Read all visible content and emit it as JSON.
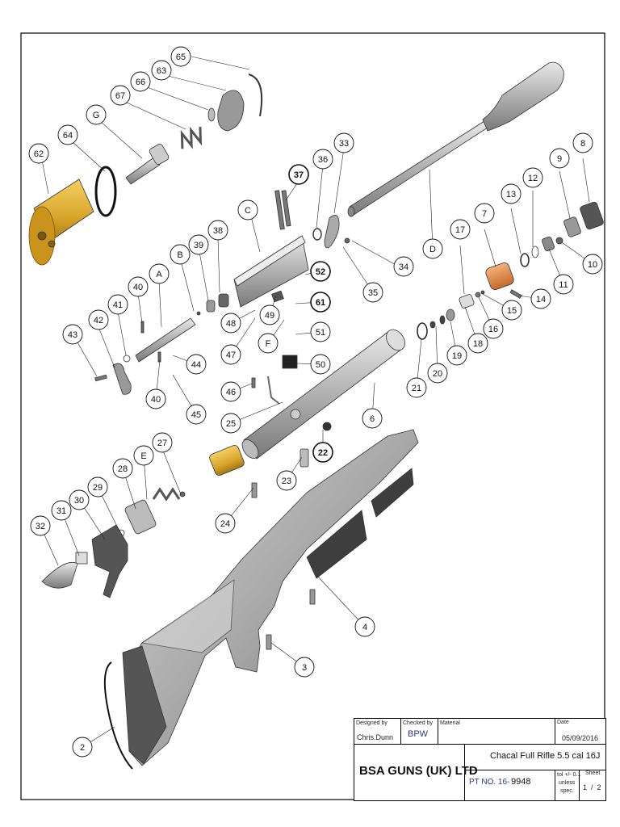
{
  "colors": {
    "line": "#000000",
    "brass": "#d9a62c",
    "copper": "#e08a4a",
    "metal": "#b5b5b5",
    "dark": "#404040"
  },
  "callouts": [
    {
      "id": "c65",
      "text": "65"
    },
    {
      "id": "c63",
      "text": "63"
    },
    {
      "id": "c66",
      "text": "66"
    },
    {
      "id": "c67",
      "text": "67"
    },
    {
      "id": "cG",
      "text": "G"
    },
    {
      "id": "c64",
      "text": "64"
    },
    {
      "id": "c62",
      "text": "62"
    },
    {
      "id": "c36",
      "text": "36"
    },
    {
      "id": "c33",
      "text": "33"
    },
    {
      "id": "c37",
      "text": "37"
    },
    {
      "id": "cC",
      "text": "C"
    },
    {
      "id": "c38",
      "text": "38"
    },
    {
      "id": "c39",
      "text": "39"
    },
    {
      "id": "cB",
      "text": "B"
    },
    {
      "id": "cA",
      "text": "A"
    },
    {
      "id": "c40a",
      "text": "40"
    },
    {
      "id": "c41",
      "text": "41"
    },
    {
      "id": "c42",
      "text": "42"
    },
    {
      "id": "c43",
      "text": "43"
    },
    {
      "id": "c52",
      "text": "52"
    },
    {
      "id": "c35",
      "text": "35"
    },
    {
      "id": "c34",
      "text": "34"
    },
    {
      "id": "cD",
      "text": "D"
    },
    {
      "id": "c17",
      "text": "17"
    },
    {
      "id": "c7",
      "text": "7"
    },
    {
      "id": "c13",
      "text": "13"
    },
    {
      "id": "c12",
      "text": "12"
    },
    {
      "id": "c9",
      "text": "9"
    },
    {
      "id": "c8",
      "text": "8"
    },
    {
      "id": "c10",
      "text": "10"
    },
    {
      "id": "c11",
      "text": "11"
    },
    {
      "id": "c14",
      "text": "14"
    },
    {
      "id": "c15",
      "text": "15"
    },
    {
      "id": "c16",
      "text": "16"
    },
    {
      "id": "c18",
      "text": "18"
    },
    {
      "id": "c19",
      "text": "19"
    },
    {
      "id": "c20",
      "text": "20"
    },
    {
      "id": "c21",
      "text": "21"
    },
    {
      "id": "c61",
      "text": "61"
    },
    {
      "id": "c49",
      "text": "49"
    },
    {
      "id": "c48",
      "text": "48"
    },
    {
      "id": "c47",
      "text": "47"
    },
    {
      "id": "cF",
      "text": "F"
    },
    {
      "id": "c51",
      "text": "51"
    },
    {
      "id": "c50",
      "text": "50"
    },
    {
      "id": "c44",
      "text": "44"
    },
    {
      "id": "c40b",
      "text": "40"
    },
    {
      "id": "c45",
      "text": "45"
    },
    {
      "id": "c46",
      "text": "46"
    },
    {
      "id": "c25",
      "text": "25"
    },
    {
      "id": "c22",
      "text": "22"
    },
    {
      "id": "c6",
      "text": "6"
    },
    {
      "id": "c27",
      "text": "27"
    },
    {
      "id": "cE",
      "text": "E"
    },
    {
      "id": "c28",
      "text": "28"
    },
    {
      "id": "c29",
      "text": "29"
    },
    {
      "id": "c30",
      "text": "30"
    },
    {
      "id": "c31",
      "text": "31"
    },
    {
      "id": "c32",
      "text": "32"
    },
    {
      "id": "c23",
      "text": "23"
    },
    {
      "id": "c24",
      "text": "24"
    },
    {
      "id": "c4",
      "text": "4"
    },
    {
      "id": "c3",
      "text": "3"
    },
    {
      "id": "c2",
      "text": "2"
    }
  ],
  "title_block": {
    "designed_by_label": "Designed by",
    "designed_by": "Chris.Dunn",
    "checked_by_label": "Checked by",
    "checked_by": "BPW",
    "material_label": "Material",
    "date_label": "Date",
    "date": "05/09/2016",
    "company": "BSA GUNS (UK) LTD",
    "title": "Chacal Full Rifle 5.5 cal 16J",
    "part_no_label": "PT NO. 16-",
    "part_no": "9948",
    "tol_line1": "tol +/- 0.1",
    "tol_line2": "unless",
    "tol_line3": "spec.",
    "sheet_label": "Sheet",
    "sheet": "1  /  2"
  }
}
